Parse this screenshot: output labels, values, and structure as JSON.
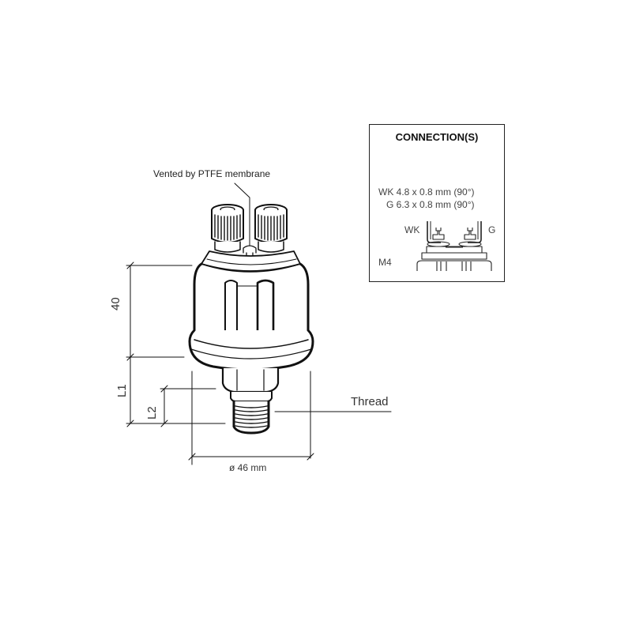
{
  "drawing": {
    "vent_label": "Vented by PTFE membrane",
    "thread_label": "Thread",
    "diameter_label": "ø 46 mm",
    "dimensions": {
      "height_body": "40",
      "l1": "L1",
      "l2": "L2"
    }
  },
  "connections": {
    "title": "CONNECTION(S)",
    "rows": [
      {
        "code": "WK",
        "spec": "4.8 x 0.8 mm (90°)",
        "text": "WK  4.8 x 0.8 mm (90°)"
      },
      {
        "code": "G",
        "spec": "6.3 x 0.8 mm (90°)",
        "text": "G  6.3 x 0.8 mm (90°)"
      }
    ],
    "terminal_left": "WK",
    "terminal_right": "G",
    "thread": "M4"
  },
  "colors": {
    "line": "#111111",
    "text": "#333333",
    "background": "#ffffff"
  }
}
